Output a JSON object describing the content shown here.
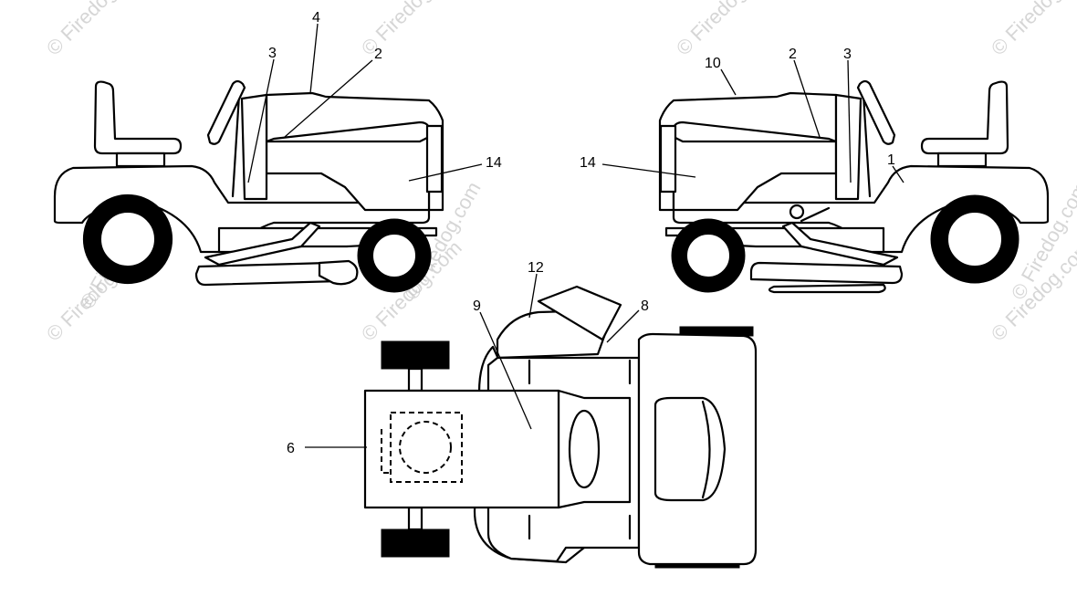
{
  "callouts": {
    "c1": "1",
    "c2": "2",
    "c3": "3",
    "c4": "4",
    "c6": "6",
    "c8": "8",
    "c9": "9",
    "c10": "10",
    "c12": "12",
    "c14": "14"
  },
  "watermark": "© Firedog.com"
}
